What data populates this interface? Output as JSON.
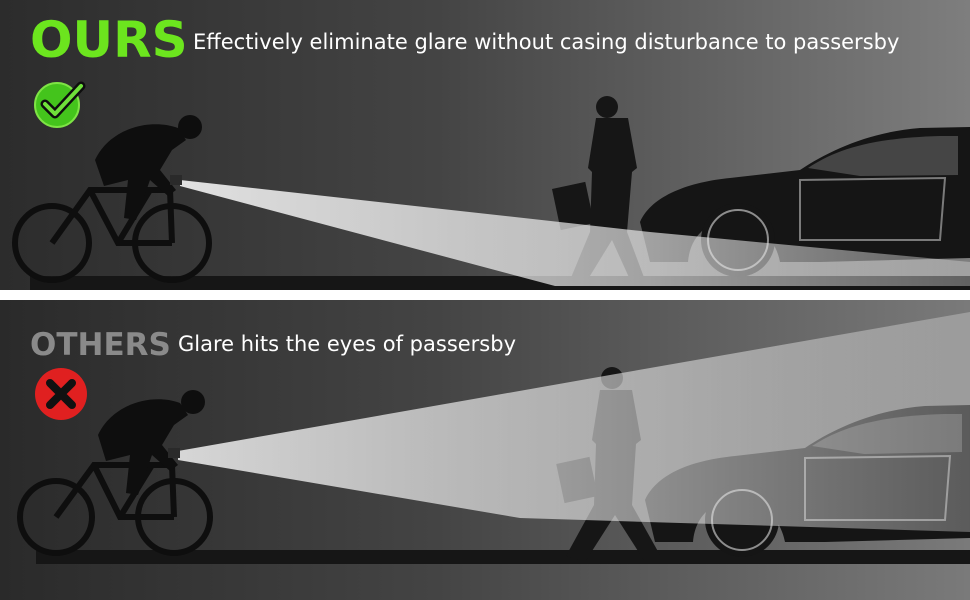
{
  "top_panel": {
    "heading": "OURS",
    "caption": "Effectively eliminate glare without casing disturbance to passersby",
    "badge_icon": "check-circle-icon",
    "heading_color": "#6ce51e"
  },
  "bottom_panel": {
    "heading": "OTHERS",
    "caption": "Glare hits the eyes of passersby",
    "badge_icon": "x-circle-icon",
    "heading_color": "#8a8a8a",
    "badge_color": "#e02020"
  }
}
